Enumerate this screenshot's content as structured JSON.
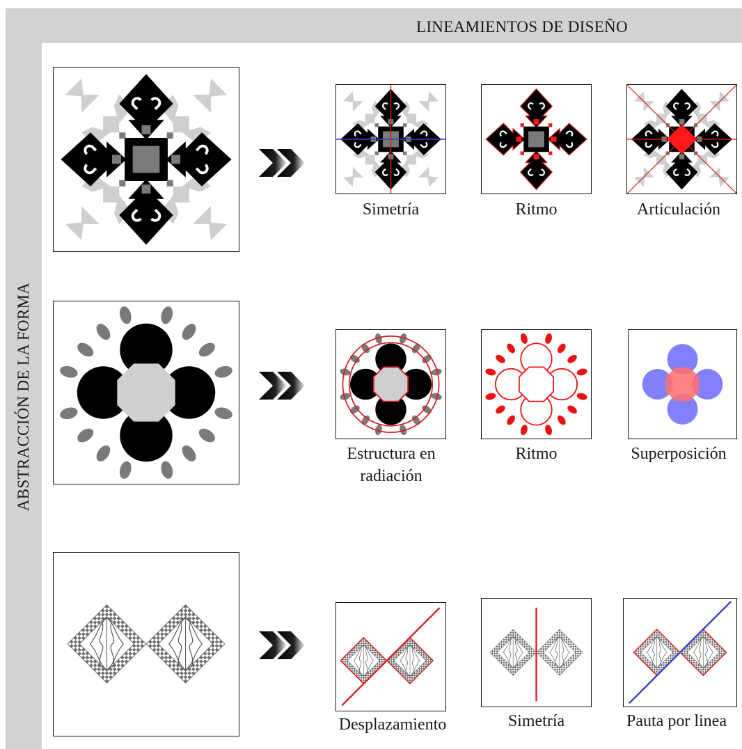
{
  "header": {
    "title": "LINEAMIENTOS DE DISEÑO"
  },
  "side": {
    "title": "ABSTRACCIÓN DE LA FORMA"
  },
  "rows": [
    {
      "labels": [
        "Simetría",
        "Ritmo",
        "Articulación"
      ]
    },
    {
      "labels": [
        "Estructura en",
        "radiación",
        "Ritmo",
        "Superposición"
      ]
    },
    {
      "labels": [
        "Desplazamiento",
        "Simetría",
        "Pauta por linea"
      ]
    }
  ],
  "colors": {
    "guide_red": "#d62020",
    "guide_blue": "#3a3acd",
    "shape_black": "#000000",
    "shape_gray": "#7a7a7a",
    "shape_light": "#cfcfcf",
    "overlay_blue": "#6b6bff",
    "overlay_red": "#ff7070"
  }
}
